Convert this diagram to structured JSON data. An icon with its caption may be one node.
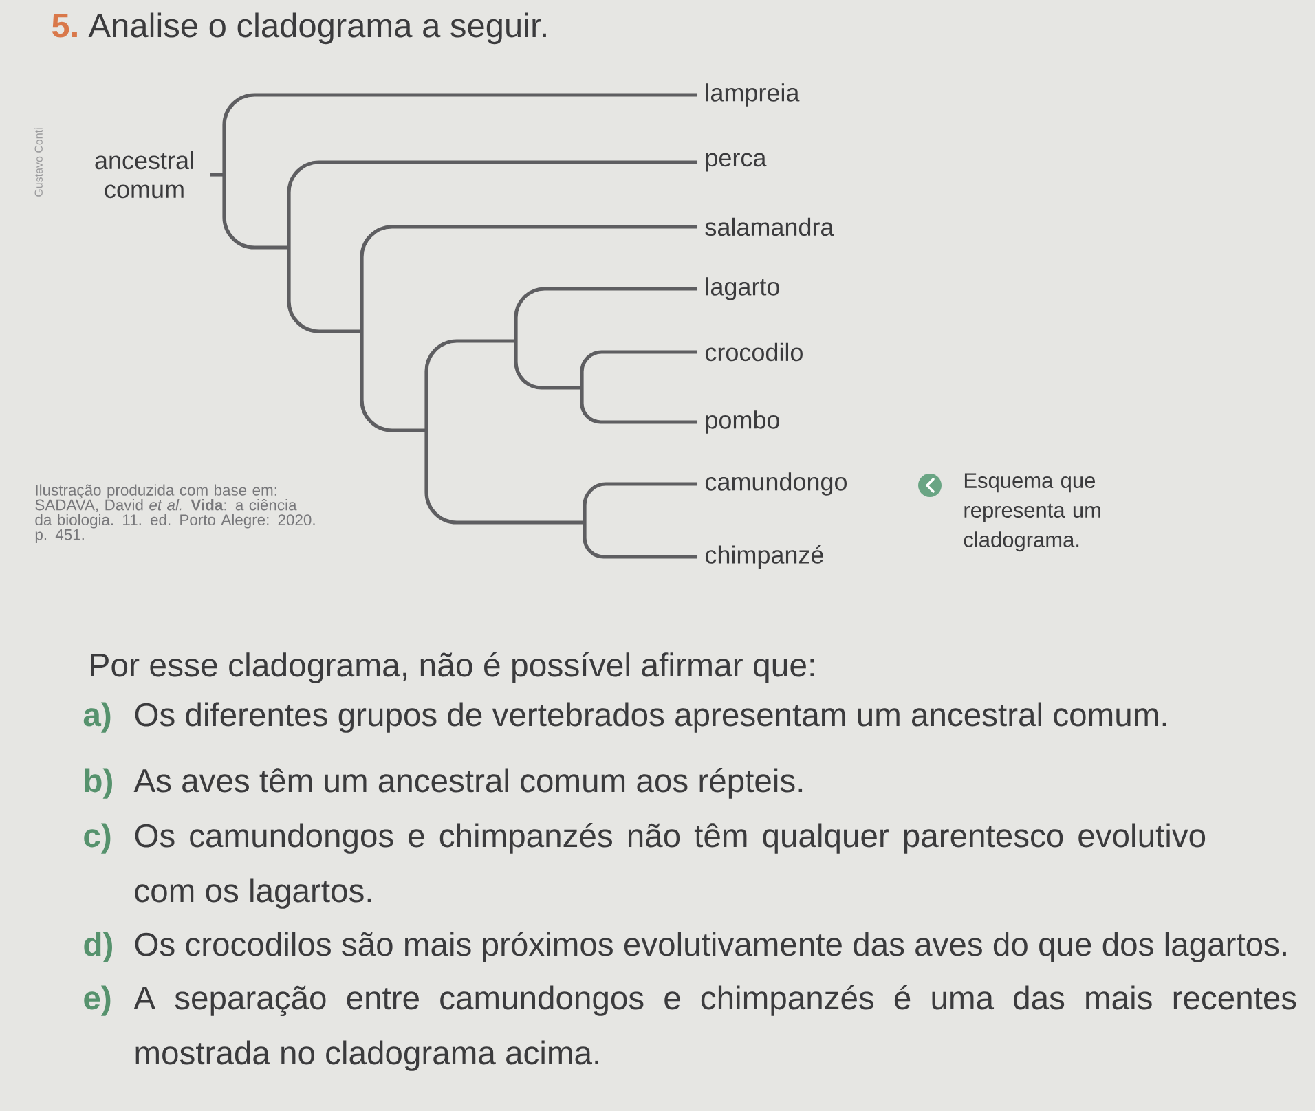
{
  "diagram": {
    "title": "Analise o cladograma a seguir.",
    "caption": "Esquema que representa um cladograma.",
    "nodes": [
      {
        "text": [
          "ancestral comum"
        ]
      },
      {
        "text": [
          "lampreia"
        ]
      },
      {
        "text": [
          "perca"
        ]
      },
      {
        "text": [
          "salamandra"
        ]
      },
      {
        "text": [
          "lagarto"
        ]
      },
      {
        "text": [
          "crocodilo"
        ]
      },
      {
        "text": [
          "pombo"
        ]
      },
      {
        "text": [
          "camundongo"
        ]
      },
      {
        "text": [
          "chimpanzé"
        ]
      }
    ],
    "edges": [
      {
        "from": 0,
        "to": 1,
        "arrow": "none"
      },
      {
        "from": 0,
        "to": 2,
        "arrow": "none"
      },
      {
        "from": 0,
        "to": 3,
        "arrow": "none"
      },
      {
        "from": 0,
        "to": 4,
        "arrow": "none"
      },
      {
        "from": 0,
        "to": 5,
        "arrow": "none"
      },
      {
        "from": 0,
        "to": 6,
        "arrow": "none"
      },
      {
        "from": 0,
        "to": 7,
        "arrow": "none"
      },
      {
        "from": 0,
        "to": 8,
        "arrow": "none"
      }
    ],
    "labels": [
      "5.",
      "Gustavo Conti",
      "Ilustração produzida com base em: SADAVA, David *et al.* **Vida**: a ciência da biologia. 11. ed. Porto Alegre: 2020. p. 451.",
      "Por esse cladograma, não é possível afirmar que:",
      "a)",
      "Os diferentes grupos de vertebrados apresentam um ancestral comum.",
      "b)",
      "As aves têm um ancestral comum aos répteis.",
      "c)",
      "Os camundongos e chimpanzés não têm qualquer parentesco evolutivo com os lagartos.",
      "d)",
      "Os crocodilos são mais próximos evolutivamente das aves do que dos lagartos.",
      "e)",
      "A separação entre camundongos e chimpanzés é uma das mais recentes mostrada no cladograma acima."
    ]
  }
}
